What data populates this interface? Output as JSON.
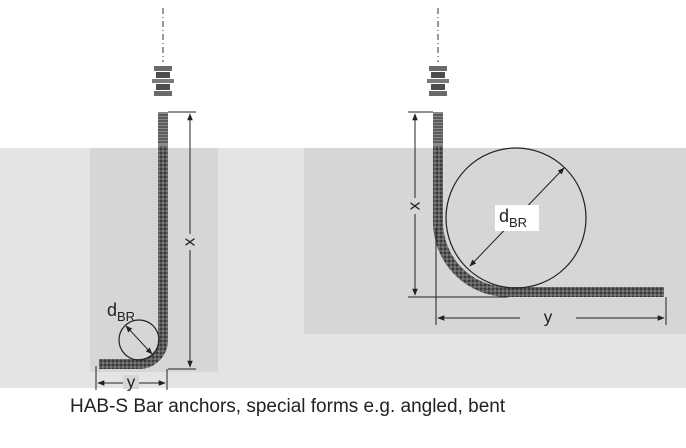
{
  "caption": "HAB-S Bar anchors, special forms e.g. angled, bent",
  "left_figure": {
    "x_label": "x",
    "y_label": "y",
    "bend_diameter_label": "d",
    "bend_diameter_subscript": "BR"
  },
  "right_figure": {
    "x_label": "x",
    "y_label": "y",
    "bend_diameter_label": "d",
    "bend_diameter_subscript": "BR"
  },
  "colors": {
    "background": "#ffffff",
    "band": "#e4e4e4",
    "concrete_block": "#d6d6d6",
    "bar": "#5c5c5c",
    "bar_texture": "#3a3a3a",
    "line": "#222222"
  }
}
